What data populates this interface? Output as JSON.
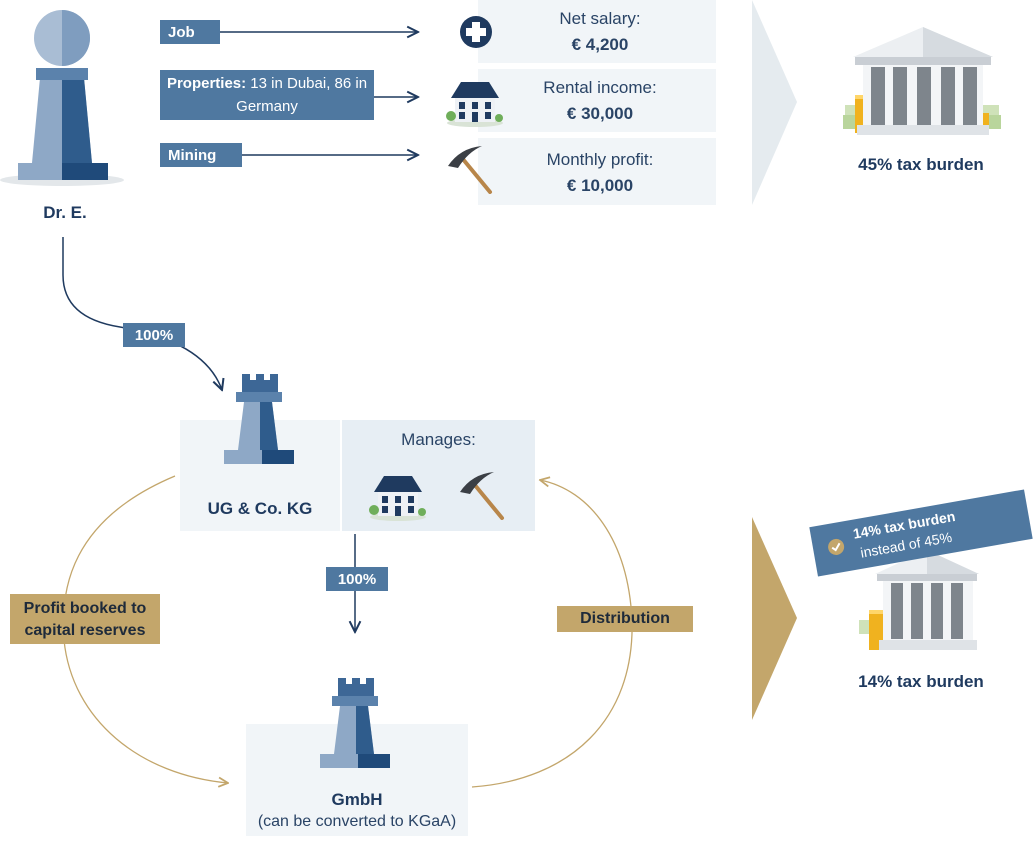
{
  "person": {
    "name": "Dr. E."
  },
  "sources": [
    {
      "tag": "Job",
      "tag_bold": "",
      "tag_rest": "",
      "label": "Net salary:",
      "value": "€ 4,200",
      "icon": "medical-cross-icon"
    },
    {
      "tag": "",
      "tag_bold": "Properties:",
      "tag_rest": " 13 in Dubai, 86 in Germany",
      "label": "Rental income:",
      "value": "€ 30,000",
      "icon": "house-icon"
    },
    {
      "tag": "Mining",
      "tag_bold": "",
      "tag_rest": "",
      "label": "Monthly profit:",
      "value": "€ 10,000",
      "icon": "pickaxe-icon"
    }
  ],
  "tax_top": {
    "caption": "45% tax burden",
    "icon": "bank-icon"
  },
  "ownership_top": "100%",
  "ug": {
    "name": "UG & Co. KG",
    "manages_label": "Manages:"
  },
  "ownership_mid": "100%",
  "gmbh": {
    "name": "GmbH",
    "note": "(can be converted to KGaA)"
  },
  "left_flow_label": "Profit booked to capital reserves",
  "right_flow_label": "Distribution",
  "tax_bottom": {
    "caption": "14% tax burden",
    "banner_bold": "14% tax burden",
    "banner_rest": "instead of 45%",
    "icon": "bank-icon"
  },
  "colors": {
    "navy": "#1f3a5f",
    "blue": "#4f78a0",
    "gold": "#c3a66b",
    "panel": "#f1f5f8"
  }
}
